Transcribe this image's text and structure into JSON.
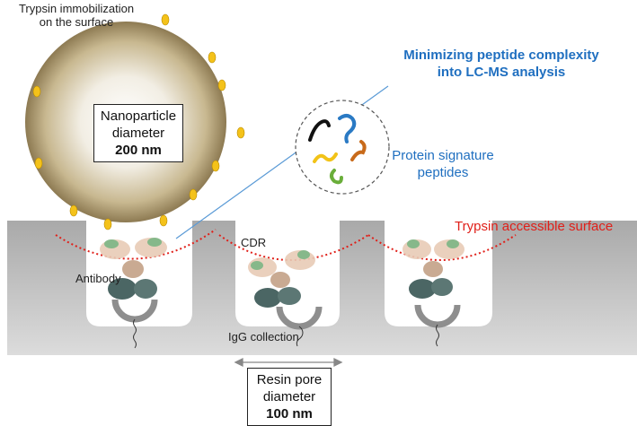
{
  "labels": {
    "trypsin_immobilization_line1": "Trypsin immobilization",
    "trypsin_immobilization_line2": "on the surface",
    "minimizing_line1": "Minimizing peptide complexity",
    "minimizing_line2": "into LC-MS analysis",
    "protein_sig_line1": "Protein signature",
    "protein_sig_line2": "peptides",
    "trypsin_accessible": "Trypsin accessible surface",
    "cdr": "CDR",
    "antibody": "Antibody",
    "igg_collection": "IgG collection"
  },
  "nanoparticle_box": {
    "line1": "Nanoparticle",
    "line2": "diameter",
    "value": "200 nm"
  },
  "resin_box": {
    "line1": "Resin pore",
    "line2": "diameter",
    "value": "100 nm"
  },
  "colors": {
    "accent_blue": "#1f6fc0",
    "trypsin_red": "#e0201a",
    "resin_gray": "#b8b8b8",
    "nanoparticle_gold": "#b8a682",
    "peptide_black": "#111111",
    "peptide_blue": "#2a7ac4",
    "peptide_yellow": "#f2c318",
    "peptide_orange": "#c86a1a",
    "peptide_green": "#6aae3a"
  }
}
